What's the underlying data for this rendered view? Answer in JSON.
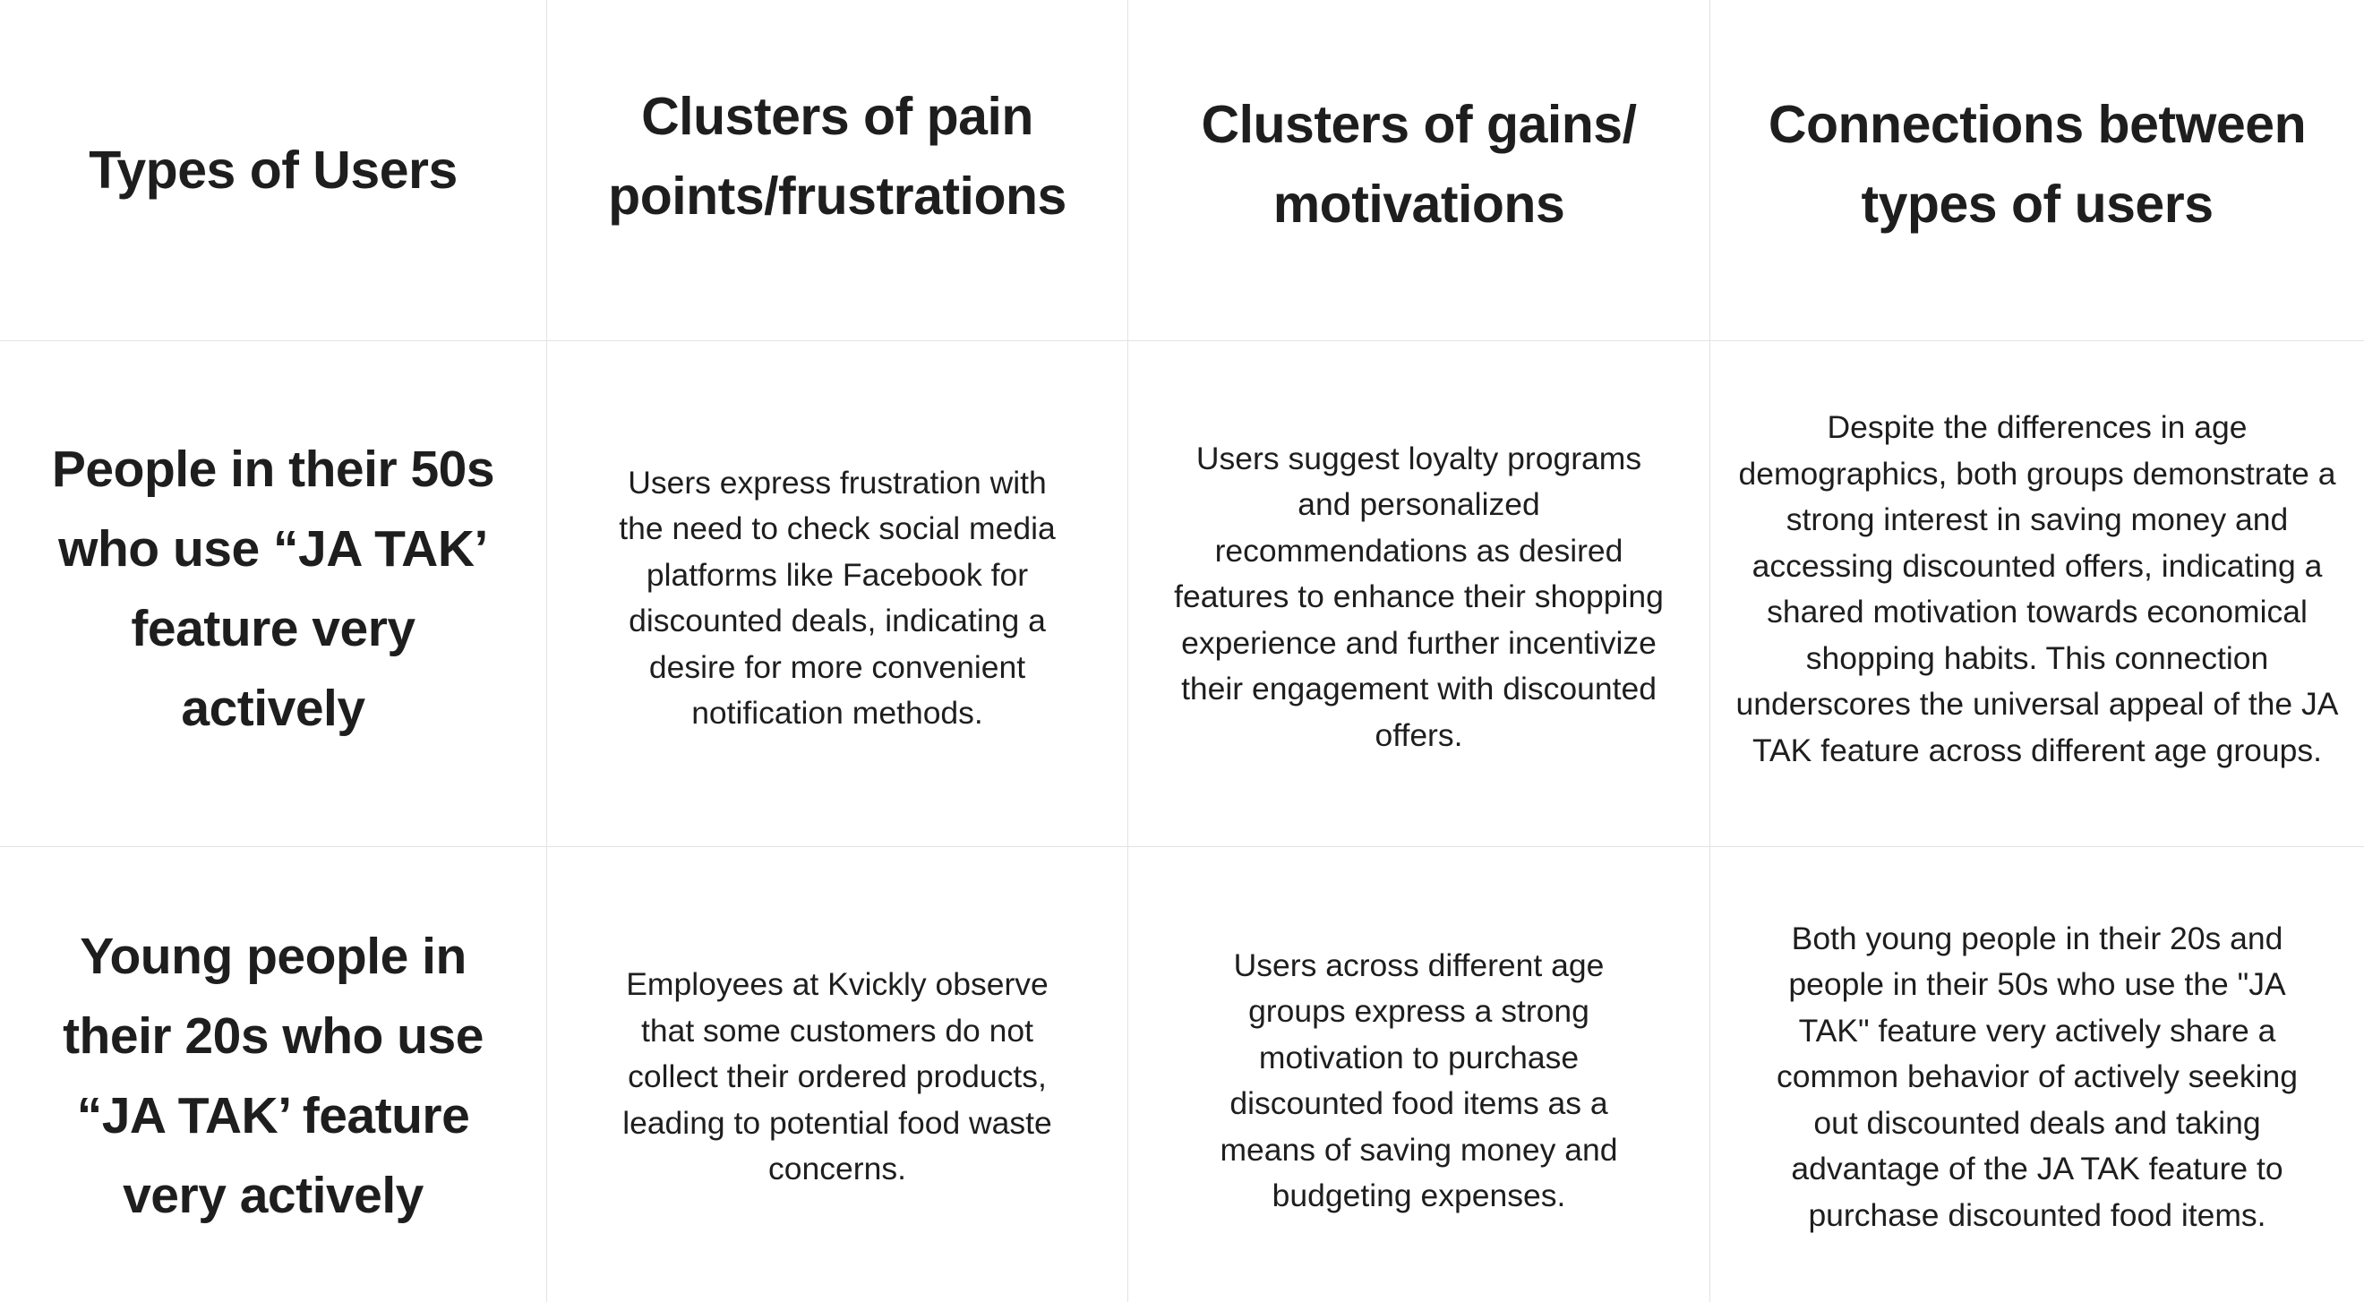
{
  "table": {
    "headers": [
      "Types of Users",
      "Clusters of pain points/frustrations",
      "Clusters of gains/ motivations",
      "Connections between types of users"
    ],
    "rows": [
      {
        "user_type": "People in their 50s who use “JA TAK’ feature very actively",
        "pain_points": "Users express frustration with the need to check social media platforms like Facebook for discounted deals, indicating a desire for more convenient notification methods.",
        "gains": "Users suggest loyalty programs and personalized recommendations as desired features to enhance their shopping experience and further incentivize their engagement with discounted offers.",
        "connections": "Despite the differences in age demographics, both groups demonstrate a strong interest in saving money and accessing discounted offers, indicating a shared motivation towards economical shopping habits. This connection underscores the universal appeal of the JA TAK feature across different age groups."
      },
      {
        "user_type": "Young people in their 20s who use “JA TAK’ feature very actively",
        "pain_points": "Employees at Kvickly observe that some customers do not collect their ordered products, leading to potential food waste concerns.",
        "gains": "Users across different age groups express a strong motivation to purchase discounted food items as a means of saving money and budgeting expenses.",
        "connections": "Both young people in their 20s and people in their 50s who use the \"JA TAK\" feature very actively share a common behavior of actively seeking out discounted deals and taking advantage of the JA TAK feature to purchase discounted food items."
      }
    ]
  }
}
